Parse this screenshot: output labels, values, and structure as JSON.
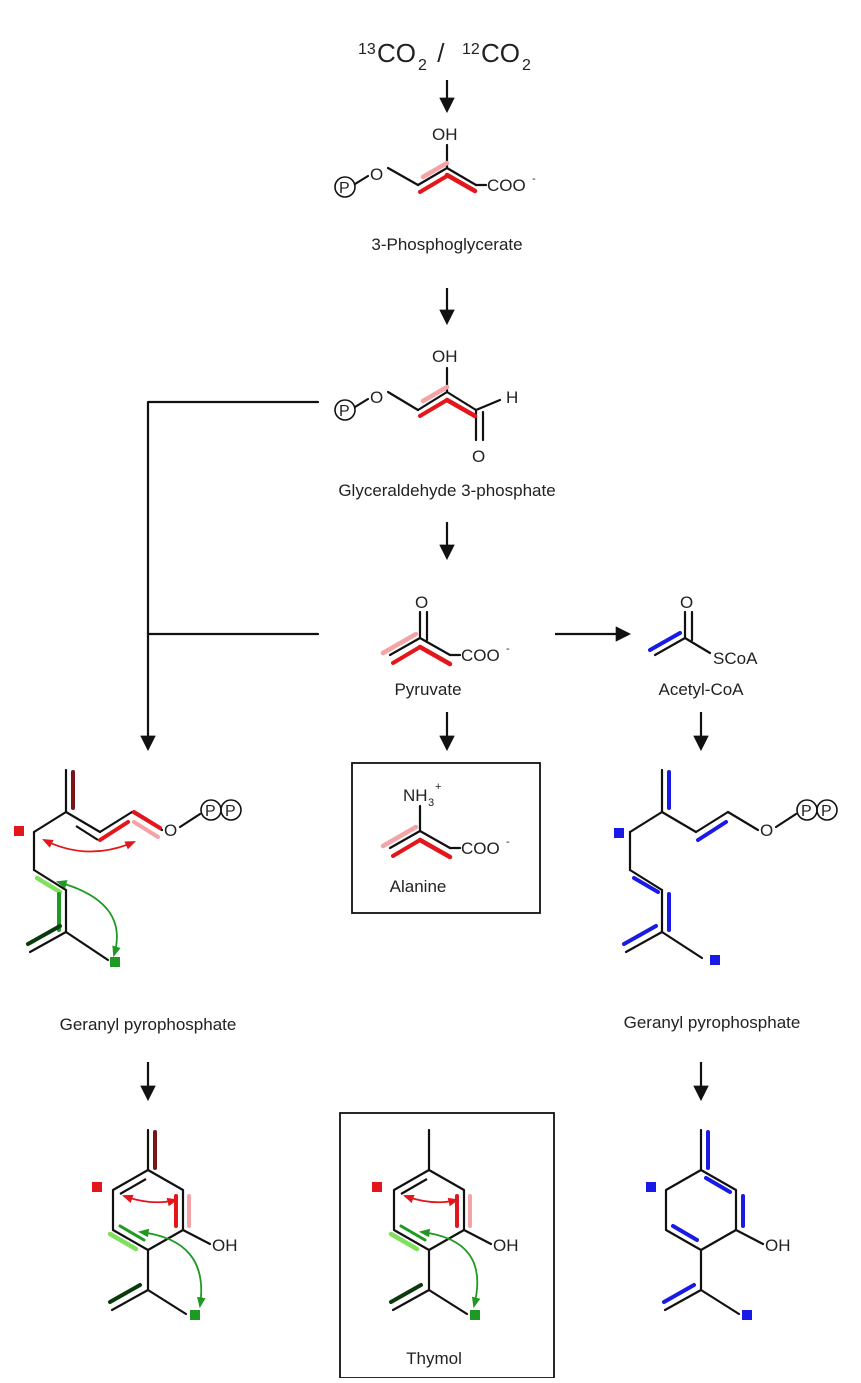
{
  "header": {
    "iso1_mass": "13",
    "iso1_sym": "CO",
    "iso1_sub": "2",
    "sep": " / ",
    "iso2_mass": "12",
    "iso2_sym": "CO",
    "iso2_sub": "2"
  },
  "compounds": {
    "pg_label": "3-Phosphoglycerate",
    "gap_label": "Glyceraldehyde 3-phosphate",
    "pyr_label": "Pyruvate",
    "acoa_label": "Acetyl-CoA",
    "ala_label": "Alanine",
    "gpp_left_label": "Geranyl pyrophosphate",
    "gpp_right_label": "Geranyl pyrophosphate",
    "thymol_label": "Thymol"
  },
  "atoms": {
    "oh": "OH",
    "o": "O",
    "h": "H",
    "coo": "COO",
    "minus": "-",
    "p": "P",
    "scoa": "SCoA",
    "nh3": "NH",
    "nh3_sub": "3",
    "plus": "+"
  },
  "colors": {
    "bond": "#111111",
    "red": "#e3161b",
    "pink": "#f4a3a6",
    "dark_red": "#7a1416",
    "green": "#1e9a22",
    "light_green": "#7ee05c",
    "dark_green": "#0b3a0e",
    "blue": "#1a1ae6"
  }
}
